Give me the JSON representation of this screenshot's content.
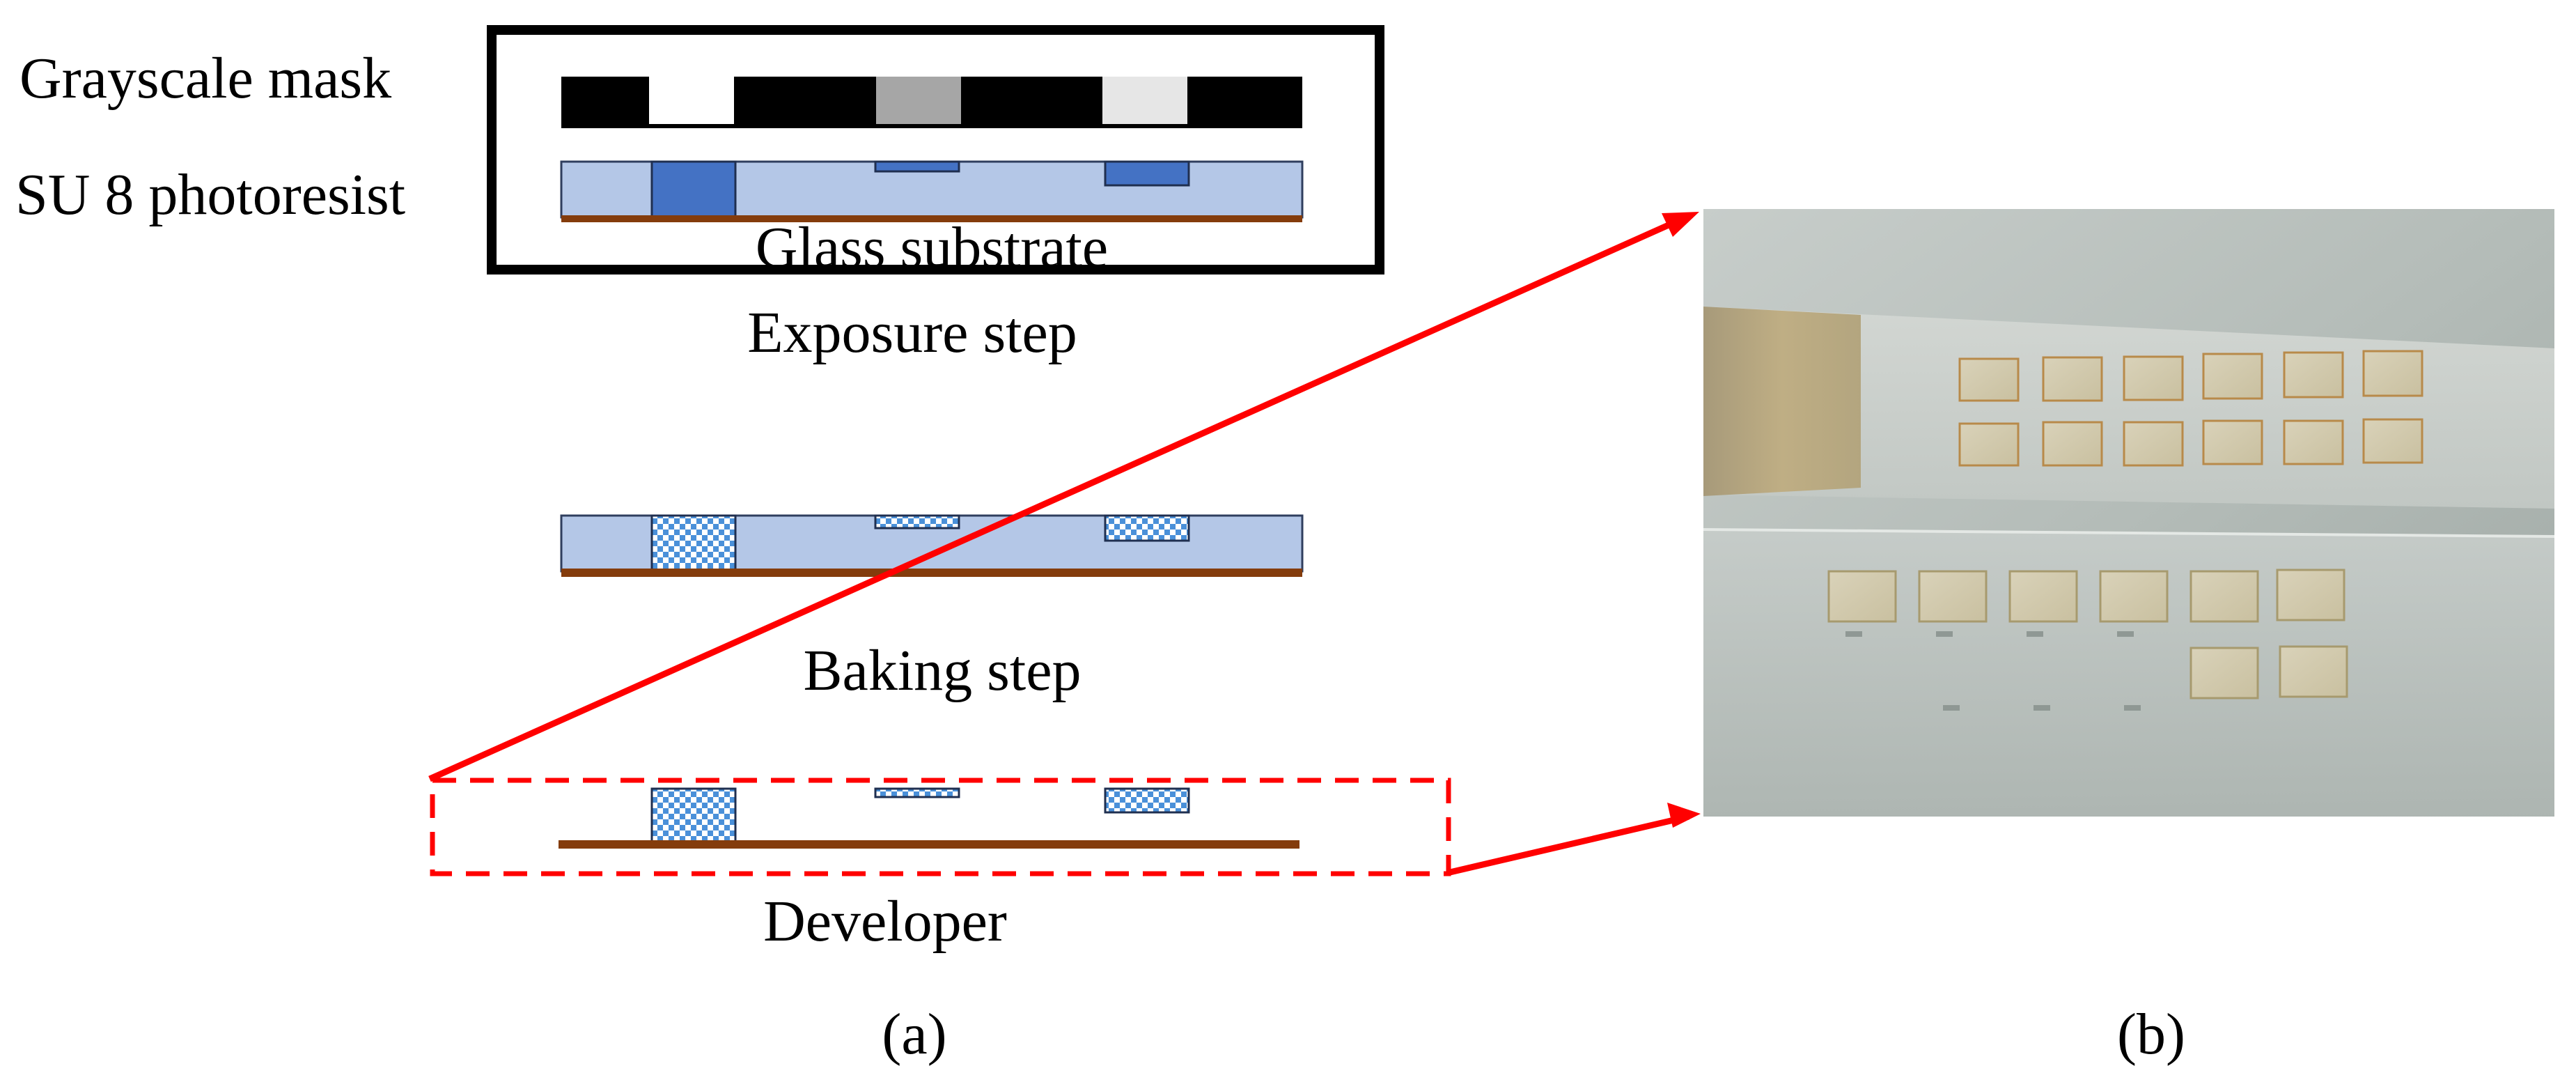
{
  "panel_a": {
    "labels": {
      "grayscale_mask": "Grayscale mask",
      "photoresist": "SU 8 photoresist",
      "glass_substrate": "Glass substrate",
      "exposure_step": "Exposure step",
      "baking_step": "Baking step",
      "developer": "Developer"
    },
    "caption": "(a)"
  },
  "panel_b": {
    "caption": "(b)"
  },
  "colors": {
    "mask_black": "#000000",
    "mask_window_clear": "#ffffff",
    "mask_window_gray": "#a6a6a6",
    "mask_window_light": "#e6e6e6",
    "photoresist": "#b4c7e7",
    "exposed": "#4472c4",
    "substrate": "#843c0c",
    "arrow": "#ff0000"
  }
}
